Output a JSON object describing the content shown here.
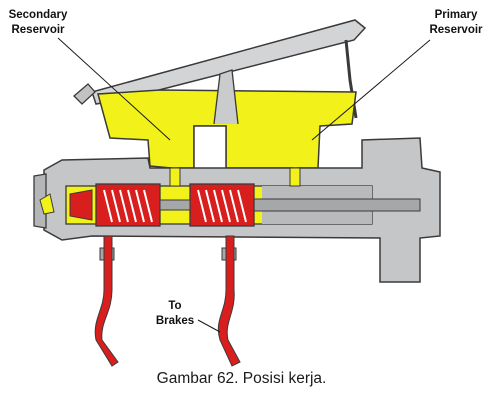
{
  "labels": {
    "secondary_line1": "Secondary",
    "secondary_line2": "Reservoir",
    "primary_line1": "Primary",
    "primary_line2": "Reservoir",
    "brakes_line1": "To",
    "brakes_line2": "Brakes"
  },
  "caption": "Gambar 62. Posisi kerja.",
  "colors": {
    "fluid": "#f2f21a",
    "piston": "#d91e1e",
    "body": "#c4c6c8",
    "body_dark": "#8a8c8e",
    "outline": "#3a3a3a"
  }
}
